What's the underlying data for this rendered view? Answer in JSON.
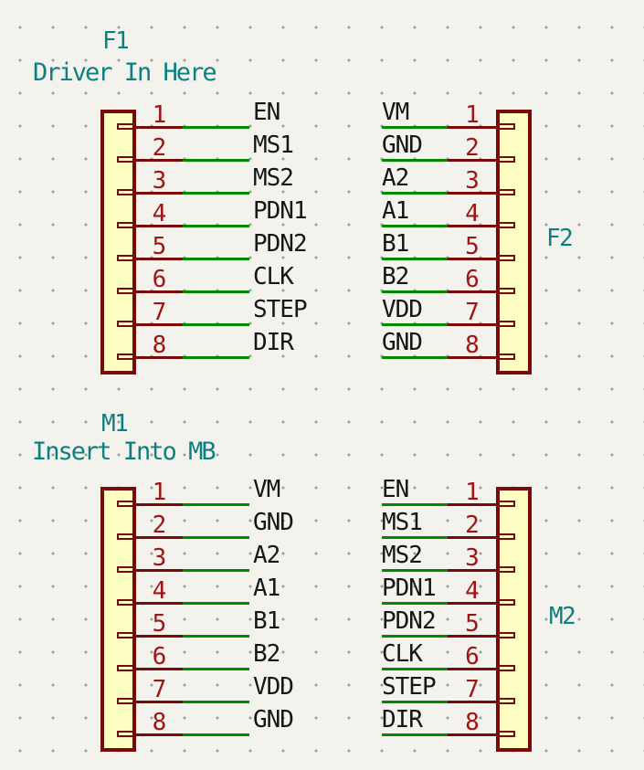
{
  "colors": {
    "background": "#F4F2ED",
    "grid_dot": "#9A9A9A",
    "body_fill": "#FEFEC2",
    "body_outline": "#780A0A",
    "pin_number": "#A01414",
    "wire": "#008A00",
    "label_text": "#161616",
    "annotation": "#0C8080"
  },
  "connectors": [
    {
      "ref": "F1",
      "caption": "Driver In Here",
      "side": "left",
      "pins": [
        {
          "number": "1",
          "label": "EN"
        },
        {
          "number": "2",
          "label": "MS1"
        },
        {
          "number": "3",
          "label": "MS2"
        },
        {
          "number": "4",
          "label": "PDN1"
        },
        {
          "number": "5",
          "label": "PDN2"
        },
        {
          "number": "6",
          "label": "CLK"
        },
        {
          "number": "7",
          "label": "STEP"
        },
        {
          "number": "8",
          "label": "DIR"
        }
      ]
    },
    {
      "ref": "F2",
      "caption": "",
      "side": "right",
      "pins": [
        {
          "number": "1",
          "label": "VM"
        },
        {
          "number": "2",
          "label": "GND"
        },
        {
          "number": "3",
          "label": "A2"
        },
        {
          "number": "4",
          "label": "A1"
        },
        {
          "number": "5",
          "label": "B1"
        },
        {
          "number": "6",
          "label": "B2"
        },
        {
          "number": "7",
          "label": "VDD"
        },
        {
          "number": "8",
          "label": "GND"
        }
      ]
    },
    {
      "ref": "M1",
      "caption": "Insert Into MB",
      "side": "left",
      "pins": [
        {
          "number": "1",
          "label": "VM"
        },
        {
          "number": "2",
          "label": "GND"
        },
        {
          "number": "3",
          "label": "A2"
        },
        {
          "number": "4",
          "label": "A1"
        },
        {
          "number": "5",
          "label": "B1"
        },
        {
          "number": "6",
          "label": "B2"
        },
        {
          "number": "7",
          "label": "VDD"
        },
        {
          "number": "8",
          "label": "GND"
        }
      ]
    },
    {
      "ref": "M2",
      "caption": "",
      "side": "right",
      "pins": [
        {
          "number": "1",
          "label": "EN"
        },
        {
          "number": "2",
          "label": "MS1"
        },
        {
          "number": "3",
          "label": "MS2"
        },
        {
          "number": "4",
          "label": "PDN1"
        },
        {
          "number": "5",
          "label": "PDN2"
        },
        {
          "number": "6",
          "label": "CLK"
        },
        {
          "number": "7",
          "label": "STEP"
        },
        {
          "number": "8",
          "label": "DIR"
        }
      ]
    }
  ]
}
